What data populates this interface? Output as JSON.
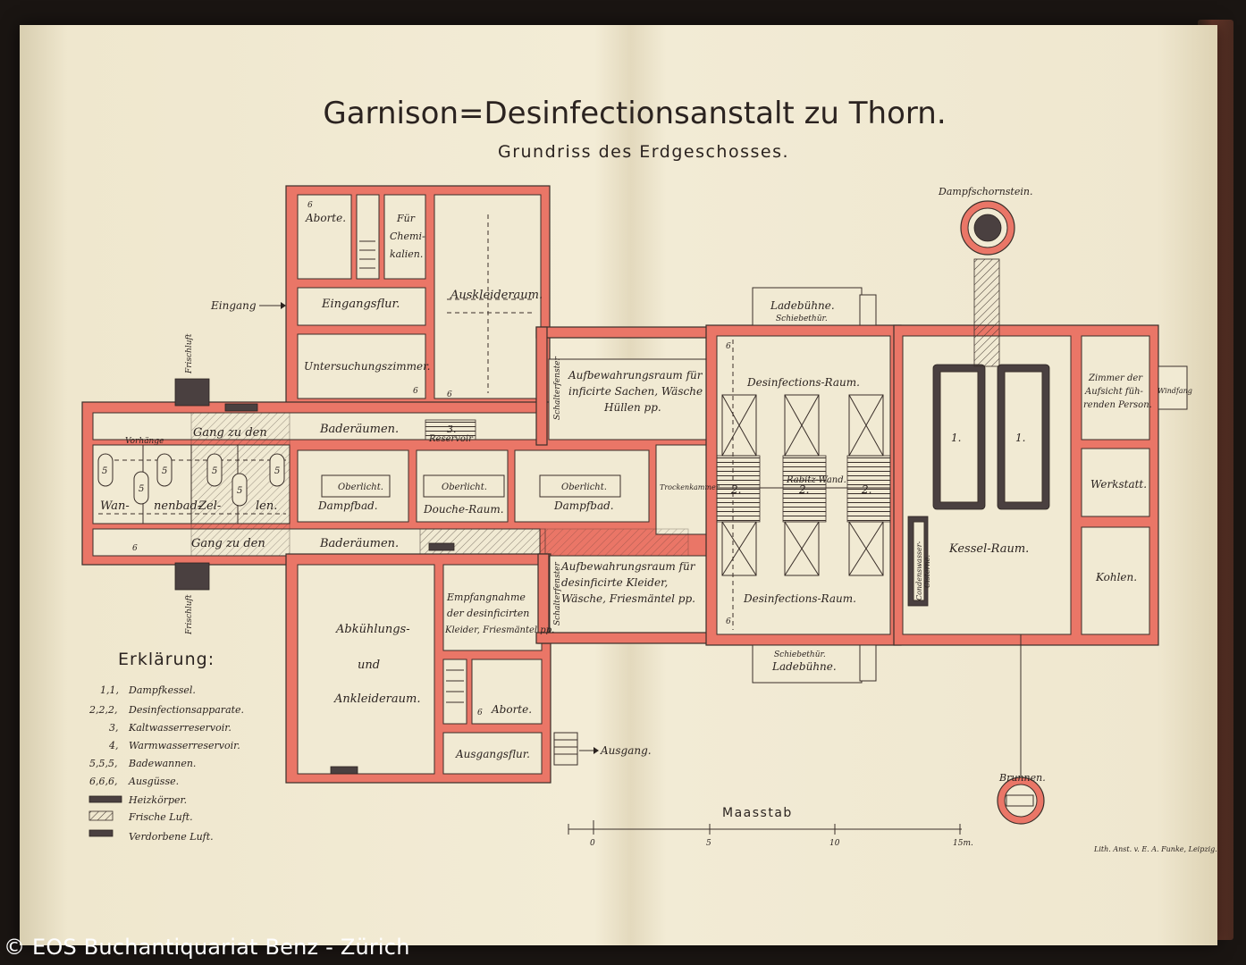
{
  "title": "Garnison=Desinfectionsanstalt zu Thorn.",
  "subtitle": "Grundriss des Erdgeschosses.",
  "rooms": {
    "aborte_top": "Aborte.",
    "chemikalien": [
      "Für",
      "Chemi-",
      "kalien."
    ],
    "eingangsflur": "Eingangsflur.",
    "auskleideraum": "Auskleideraum.",
    "untersuchungszimmer": "Untersuchungszimmer.",
    "aufbewahrung_infiziert": [
      "Aufbewahrungsraum für",
      "inficirte Sachen, Wäsche",
      "Hüllen pp."
    ],
    "baderaeume_top": "Baderäumen.",
    "gang_top": "Gang zu den",
    "vorhaenge": "Vorhänge",
    "wannenbad": [
      "Wan-",
      "nenbad-",
      "Zel-",
      "len."
    ],
    "oberlicht": "Oberlicht.",
    "dampfbad": "Dampfbad.",
    "douche_raum": "Douche-Raum.",
    "reservoir": "Reservoir",
    "baderaeume_bottom": "Baderäumen.",
    "gang_bottom": "Gang zu den",
    "abkuehlung": [
      "Abkühlungs-",
      "und",
      "Ankleideraum."
    ],
    "empfangnahme": [
      "Empfangnahme",
      "der desinficirten",
      "Kleider, Friesmäntel pp."
    ],
    "aufbewahrung_desinfiziert": [
      "Aufbewahrungsraum für",
      "desinficirte Kleider,",
      "Wäsche, Friesmäntel pp."
    ],
    "aborte_bottom": "Aborte.",
    "ausgangsflur": "Ausgangsflur.",
    "desinfections_raum_top": "Desinfections-Raum.",
    "desinfections_raum_bottom": "Desinfections-Raum.",
    "rabitz_wand": "Rabitz-Wand.",
    "ladebuehne_top": "Ladebühne.",
    "ladebuehne_bottom": "Ladebühne.",
    "schiebethuer": "Schiebethür.",
    "schalterfenster": "Schalterfenster",
    "kessel_raum": "Kessel-Raum.",
    "condenswasser": [
      "Condenswasser-",
      "Cisterne."
    ],
    "zimmer_aufsicht": [
      "Zimmer der",
      "Aufsicht füh-",
      "renden Person."
    ],
    "windfang": "Windfang",
    "werkstatt": "Werkstatt.",
    "kohlen": "Kohlen.",
    "dampfschornstein": "Dampfschornstein.",
    "brunnen": "Brunnen.",
    "frischluft": "Frischluft",
    "trockenkammer": "Trockenkammer"
  },
  "doors": {
    "eingang": "Eingang",
    "ausgang": "Ausgang."
  },
  "numbers": {
    "kessel": "1.",
    "apparat": "2.",
    "kaltwasser": "3.",
    "bad": "5",
    "ausguss": "6"
  },
  "legend": {
    "heading": "Erklärung:",
    "items": [
      {
        "num": "1,1,",
        "label": "Dampfkessel."
      },
      {
        "num": "2,2,2,",
        "label": "Desinfectionsapparate."
      },
      {
        "num": "3,",
        "label": "Kaltwasserreservoir."
      },
      {
        "num": "4,",
        "label": "Warmwasserreservoir."
      },
      {
        "num": "5,5,5,",
        "label": "Badewannen."
      },
      {
        "num": "6,6,6,",
        "label": "Ausgüsse."
      }
    ],
    "symbols": [
      {
        "label": "Heizkörper."
      },
      {
        "label": "Frische Luft."
      },
      {
        "label": "Verdorbene Luft."
      }
    ]
  },
  "scale": {
    "label": "Maasstab",
    "ticks": [
      "0",
      "5",
      "10",
      "15m."
    ]
  },
  "imprint": "Lith. Anst. v. E. A. Funke, Leipzig.",
  "watermark": "© EOS Buchantiquariat Benz - Zürich",
  "colors": {
    "wall_red": "#ea7667",
    "paper": "#f1ead3",
    "ink": "#2b2320"
  }
}
